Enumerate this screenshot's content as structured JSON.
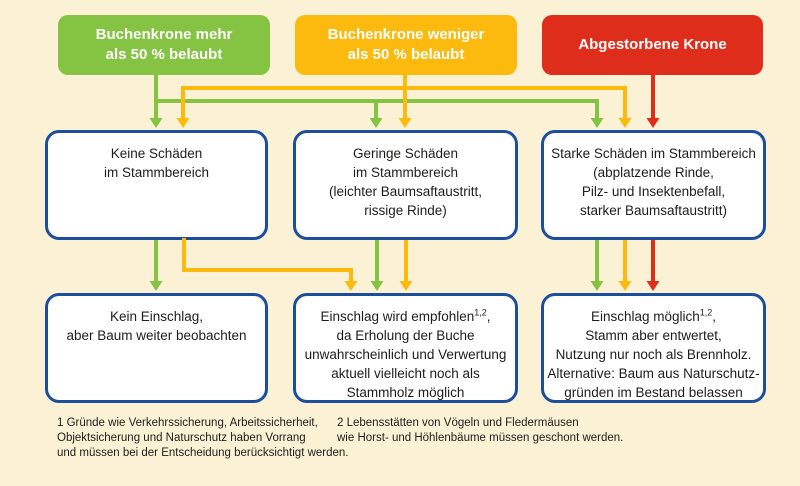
{
  "colors": {
    "background": "#FBF2D5",
    "green": "#85C342",
    "yellow": "#FBBA0D",
    "red": "#DF2D1B",
    "box_border_blue": "#1C4E9C",
    "text_dark": "#1D1D1B"
  },
  "top_row": [
    {
      "label_lines": [
        "Buchenkrone mehr",
        "als 50 % belaubt"
      ]
    },
    {
      "label_lines": [
        "Buchenkrone weniger",
        "als 50 % belaubt"
      ]
    },
    {
      "label_lines": [
        "Abgestorbene Krone"
      ]
    }
  ],
  "middle_row": [
    {
      "text_lines": [
        "Keine Schäden",
        "im Stammbereich"
      ]
    },
    {
      "text_lines": [
        "Geringe Schäden",
        "im Stammbereich",
        "(leichter Baumsaftaustritt,",
        "rissige Rinde)"
      ]
    },
    {
      "text_lines": [
        "Starke Schäden im Stammbereich",
        "(abplatzende Rinde,",
        "Pilz- und Insektenbefall,",
        "starker Baumsaftaustritt)"
      ]
    }
  ],
  "bottom_row": [
    {
      "text_lines": [
        "Kein Einschlag,",
        "aber Baum weiter beobachten"
      ]
    },
    {
      "lead": "Einschlag wird empfohlen",
      "sup": "1,2",
      "lead_end": ",",
      "text_lines": [
        "da Erholung der Buche",
        "unwahrscheinlich und Verwertung",
        "aktuell vielleicht noch als",
        "Stammholz möglich"
      ]
    },
    {
      "lead": "Einschlag möglich",
      "sup": "1,2",
      "lead_end": ",",
      "text_lines": [
        "Stamm aber entwertet,",
        "Nutzung nur noch als Brennholz.",
        "Alternative: Baum aus Naturschutz-",
        "gründen im Bestand belassen"
      ]
    }
  ],
  "footnotes": [
    {
      "lines": [
        "1 Gründe wie Verkehrssicherung, Arbeitssicherheit,",
        "Objektsicherung und Naturschutz haben Vorrang",
        "und müssen bei der Entscheidung berücksichtigt werden."
      ]
    },
    {
      "lines": [
        "2 Lebensstätten von Vögeln und Fledermäusen",
        "wie Horst- und Höhlenbäume müssen geschont werden."
      ]
    }
  ]
}
